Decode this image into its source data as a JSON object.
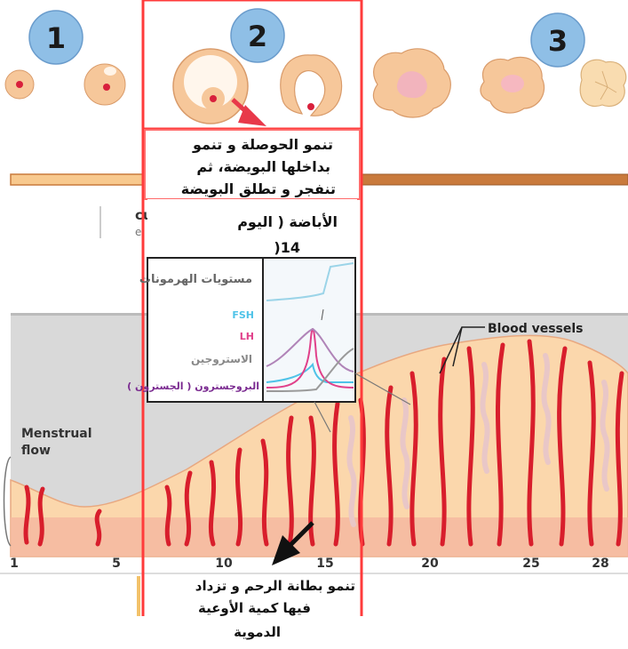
{
  "stage_badges": [
    "1",
    "2",
    "3"
  ],
  "ovary_caption_lines": [
    "تنمو الحوصلة و تنمو",
    "بداخلها البويضة، ثم",
    "تنفجر و تطلق البويضة"
  ],
  "ovulation_caption_lines": [
    "الأباضة ( اليوم",
    "14("
  ],
  "partial_label": [
    "cular",
    "e"
  ],
  "hormones": {
    "title": "مستويات الهرمونات",
    "items": [
      {
        "label": "FSH",
        "color": "#4fc3e8"
      },
      {
        "label": "LH",
        "color": "#e0408a"
      },
      {
        "label": "الاستروجين",
        "color": "#9a9a9a"
      },
      {
        "label": "البروجسترون ( الجسترون )",
        "color": "#7a2a90"
      }
    ]
  },
  "uterus_labels": {
    "blood_vessels": "Blood vessels",
    "menstrual_flow": [
      "Menstrual",
      "flow"
    ]
  },
  "day_ticks": [
    "1",
    "5",
    "10",
    "15",
    "20",
    "25",
    "28"
  ],
  "lining_caption_lines": [
    "تنمو بطانة الرحم و تزداد",
    "فيها كمية الأوعية",
    "الدموية"
  ],
  "colors": {
    "badge_fill": "#8fbfe6",
    "follicle": "#f6c79a",
    "egg": "#d8203c",
    "tissue": "#fbd7ac",
    "vessel": "#d81e2c",
    "highlight": "#ff3b3b",
    "bar": "#c97a3c"
  }
}
